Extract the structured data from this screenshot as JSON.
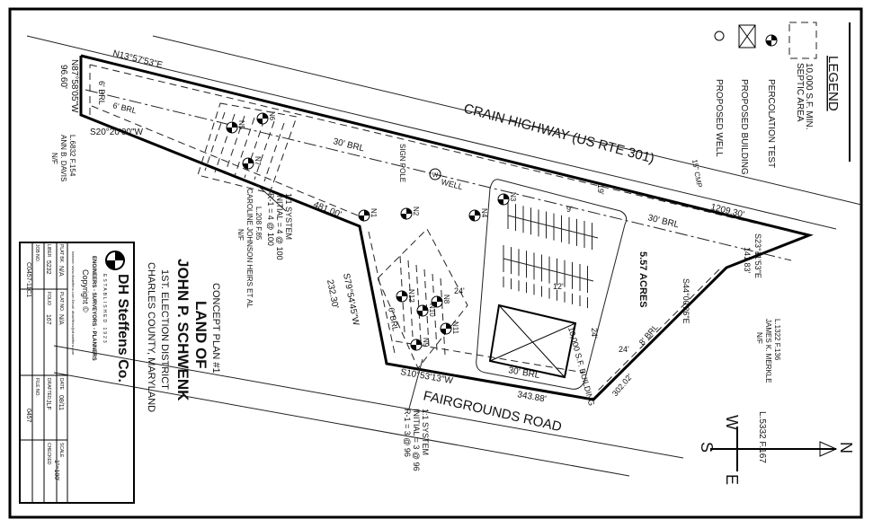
{
  "legend": {
    "title": "LEGEND",
    "items": [
      {
        "icon": "septic-area-dashed-rect",
        "label_1": "10,000 S.F. MIN.",
        "label_2": "SEPTIC AREA"
      },
      {
        "icon": "percolation-test-symbol",
        "label_1": "PERCOLATION TEST"
      },
      {
        "icon": "proposed-building-crossed-box",
        "label_1": "PROPOSED BUILDING"
      },
      {
        "icon": "well-symbol",
        "label_1": "PROPOSED WELL"
      }
    ]
  },
  "roads": {
    "crain": "CRAIN HIGHWAY (US RTE 301)",
    "fairgrounds": "FAIRGROUNDS ROAD"
  },
  "boundary": {
    "top_bearing": "N13°57'53\"E",
    "top_dist": "1209.30'",
    "left_bearing": "N87°58'05\"W",
    "left_dist": "96.60'",
    "sw_bearing": "S20°20'00\"W",
    "mid_dist": "481.00'",
    "n1_bearing": "S79°54'45\"W",
    "n1_dist": "232.30'",
    "bottom_bearing": "S10°53'13\"W",
    "bottom_dist": "343.88'",
    "se_bearing": "S44°00'26\"E",
    "se_dist": "302.02'",
    "ne_bearing": "S23°11'53\"E",
    "ne_dist": "141.83'"
  },
  "labels": {
    "brl_6_left": "6' BRL",
    "brl_6_top": "6' BRL",
    "brl_30_top": "30' BRL",
    "brl_30_right": "30' BRL",
    "brl_30_bottom": "30' BRL",
    "brl_6_bottom": "6' BRL",
    "brl_8": "8' BRL",
    "sign_pole": "SIGN POLE",
    "well": "WELL",
    "well_symbol": "W",
    "cmp": "15\" CMP",
    "acres": "5.57 ACRES",
    "building": "10,000 S.F. BUILDING",
    "dim_9": "9'",
    "dim_19": "19'",
    "dim_12": "12'",
    "dim_24a": "24'",
    "dim_24b": "24'",
    "dim_24c": "24'",
    "perc": [
      "N1",
      "N2",
      "N3",
      "N4",
      "N5",
      "N6",
      "N7",
      "N8",
      "N9",
      "N10",
      "N11",
      "N12"
    ]
  },
  "systems": {
    "north": {
      "title": "1:1 SYSTEM",
      "initial": "INITIAL = 4 @ 100",
      "r1": "R-1 = 4 @ 100"
    },
    "south": {
      "title": "1:1 SYSTEM",
      "initial": "INITIAL = 3 @ 96",
      "r1": "R-1 = 3 @ 96"
    }
  },
  "neighbors": {
    "davis": {
      "nf": "N/F",
      "name": "ANN B. DAVIS",
      "ref": "L.6832 F.154"
    },
    "johnson": {
      "nf": "N/F",
      "name": "CAROLINE JOHNSON HEIRS ET AL",
      "ref": "L.208 F.85"
    },
    "merkle": {
      "nf": "N/F",
      "name": "JAMES K. MERKLE",
      "ref": "L.1322 F.136"
    }
  },
  "north_arrow": {
    "n": "N",
    "w": "W",
    "e": "E",
    "s": "S",
    "ref": "L.5332 F.167"
  },
  "title_block": {
    "plan": "CONCEPT PLAN #1",
    "land_of": "LAND OF",
    "owner": "JOHN P. SCHWENK",
    "district": "1ST. ELECTION DISTRICT",
    "county": "CHARLES COUNTY, MARYLAND",
    "firm": "DH Steffens Co.",
    "established": "ESTABLISHED 1923",
    "services": "ENGINEERS - SURVEYORS - PLANNERS",
    "copyright": "Copyright ©",
    "web": "Internet: www.dhsteffens.com   Email: dhsteffens@dhsteffens.com",
    "plat_book_label": "PLAT BK.",
    "plat_book": "N/A",
    "plat_no_label": "PLAT NO.",
    "plat_no": "N/A",
    "date_label": "DATE",
    "date": "08/11",
    "scale_label": "SCALE",
    "scale": "1\"=100'",
    "liber_label": "LIBER",
    "liber": "5232",
    "folio_label": "FOLIO",
    "folio": "167",
    "drafted_label": "DRAFTED",
    "drafted": "JLF",
    "checked_label": "CHECKED",
    "job_label": "JOB NO.",
    "job": "C0457-11C1",
    "file_label": "FILE NO.",
    "file": "0457"
  }
}
